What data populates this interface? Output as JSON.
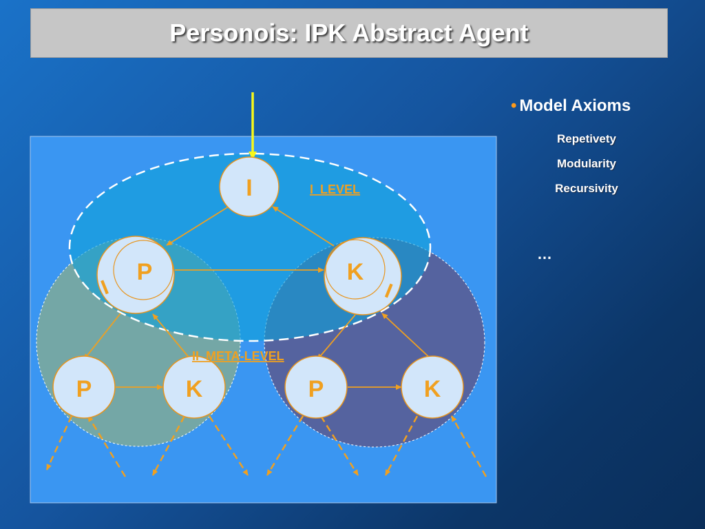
{
  "title": "Personois: IPK Abstract Agent",
  "bullets": {
    "heading": "Model Axioms",
    "items": [
      "Repetivety",
      "Modularity",
      "Recursivity"
    ],
    "ellipsis": "…"
  },
  "diagram": {
    "level1_label": "I_LEVEL",
    "level2_label": "II_META-LEVEL",
    "nodes": {
      "top_i": "I",
      "mid_p": "P",
      "mid_k": "K",
      "bl_p": "P",
      "bl_k": "K",
      "br_p": "P",
      "br_k": "K"
    },
    "overlay_left": "I",
    "overlay_right": "I"
  },
  "colors": {
    "panel": "#3a96f2",
    "node_fill": "#d2e6fa",
    "node_stroke": "#e8941c",
    "label_text": "#f0a020",
    "input_arrow": "#f8f81a",
    "arrows": "#f0a020"
  }
}
